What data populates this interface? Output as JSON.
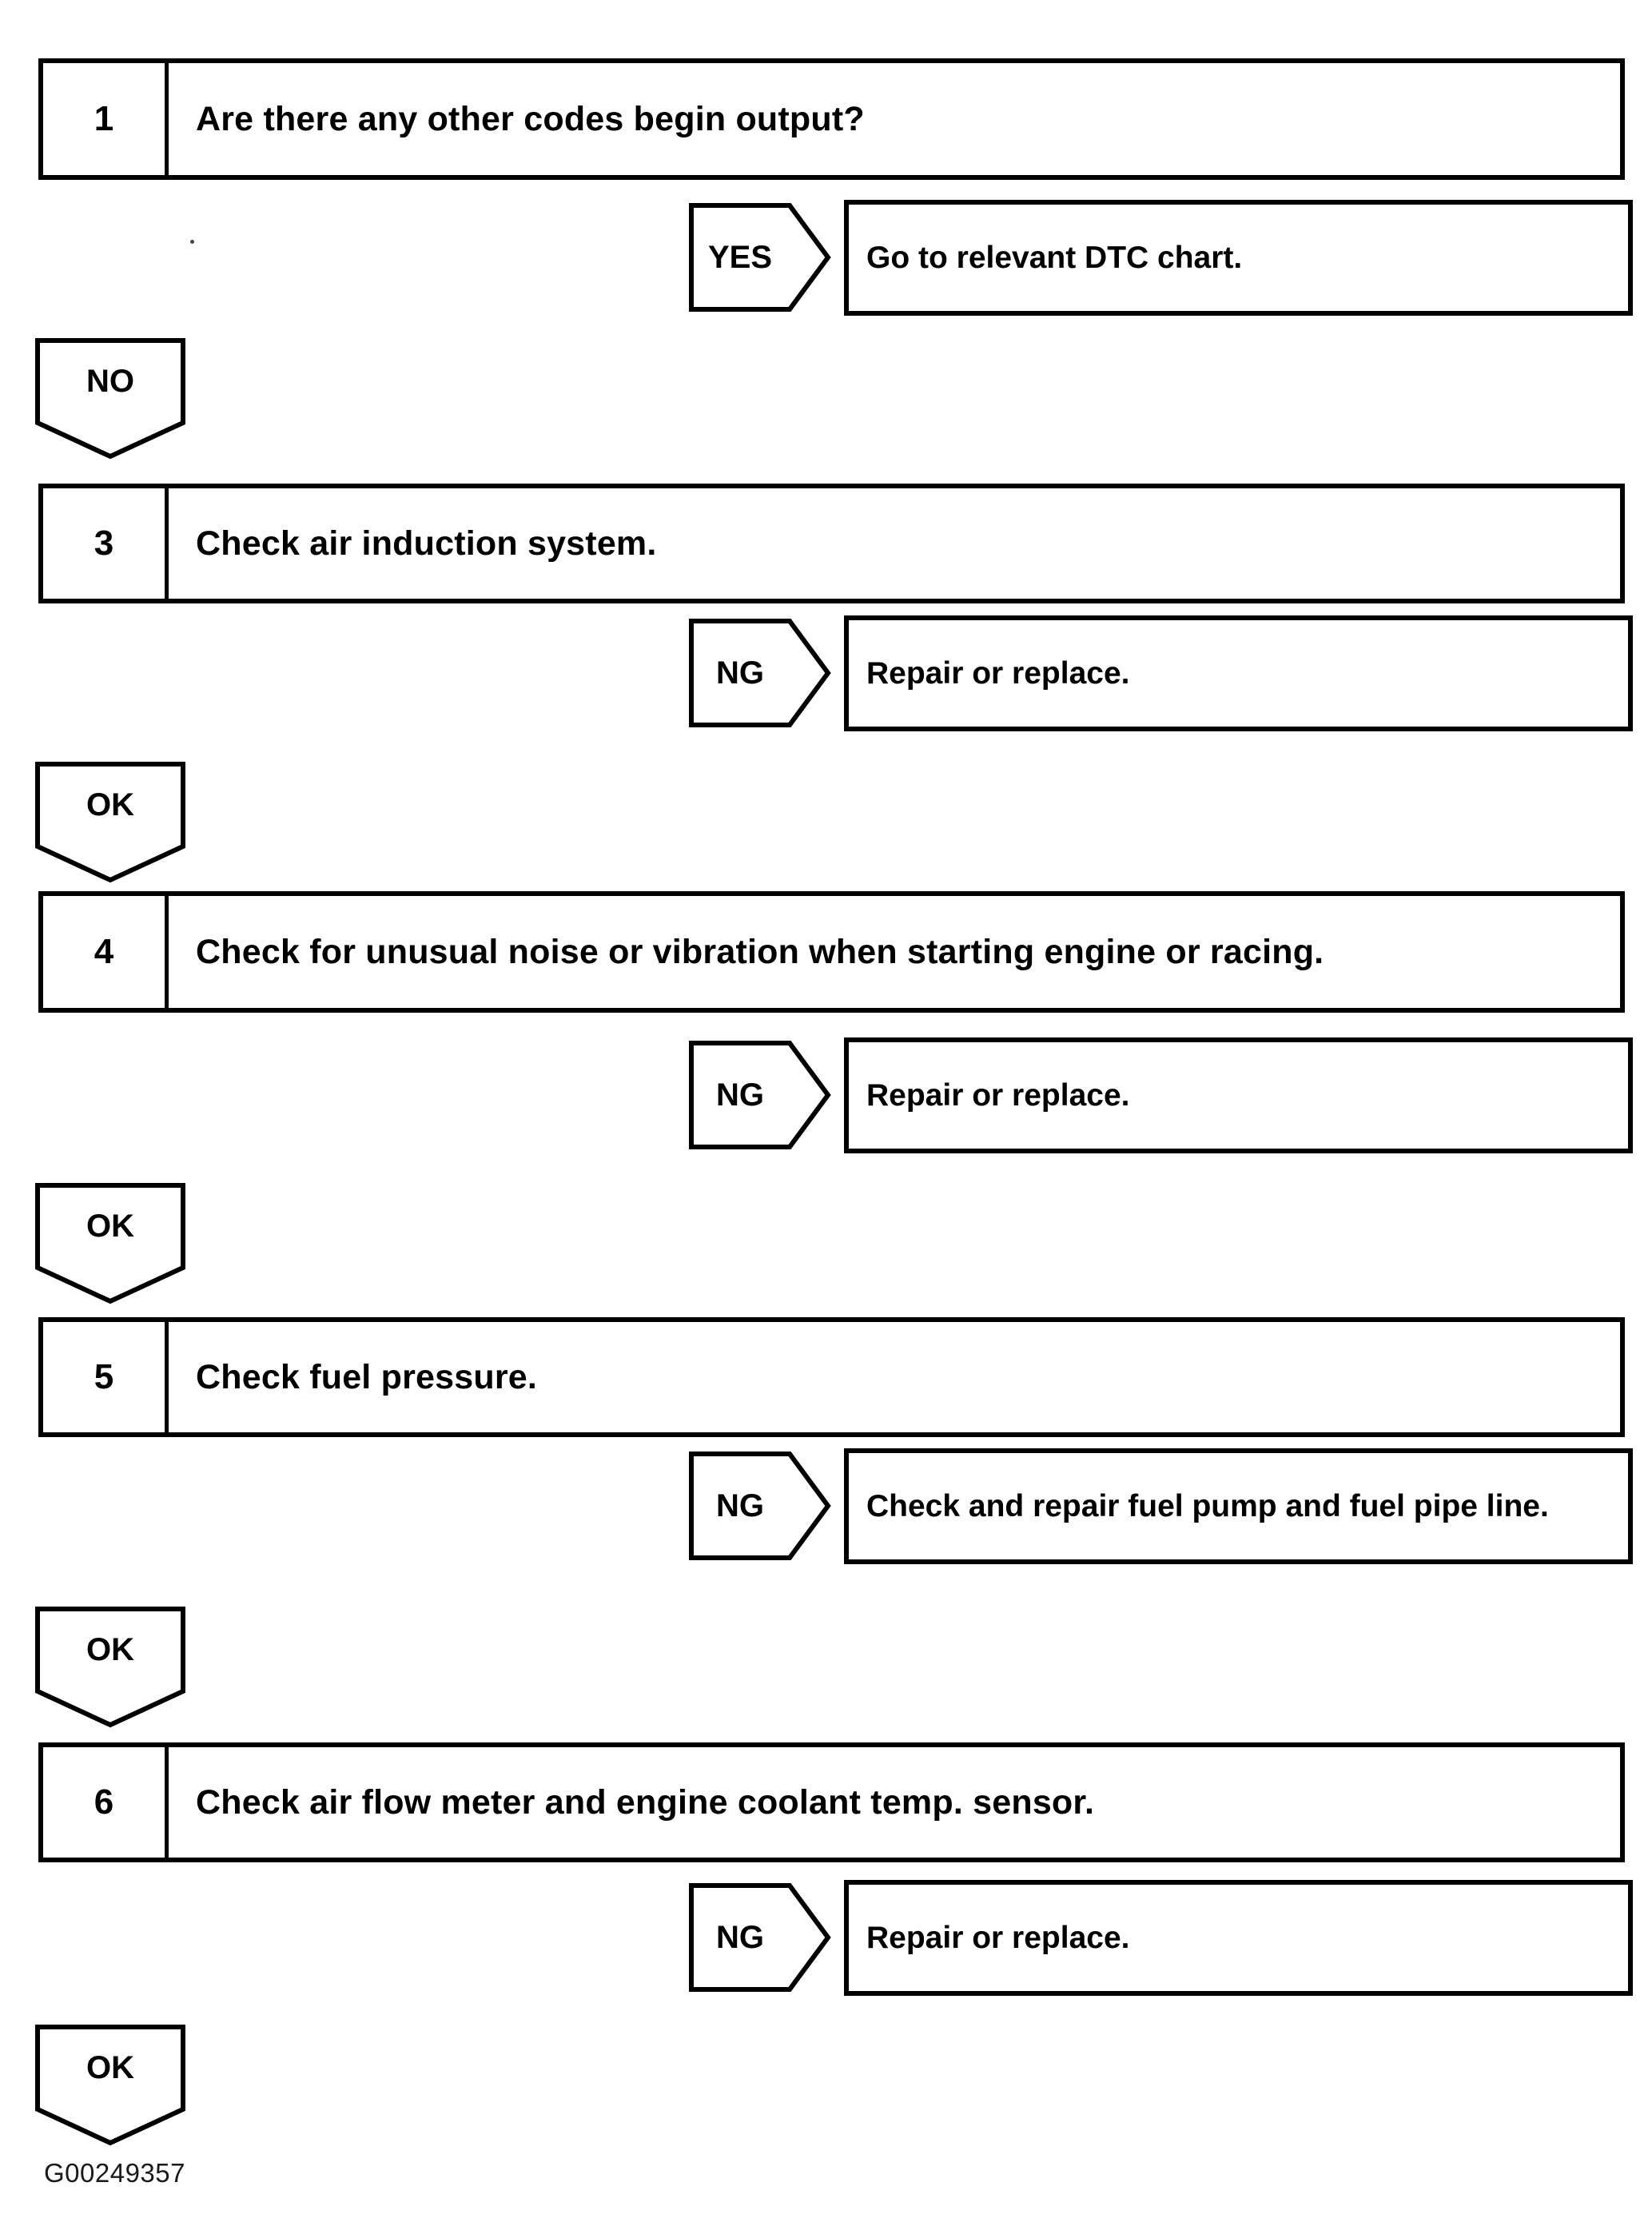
{
  "figure_id": "G00249357",
  "colors": {
    "ink": "#000000",
    "paper": "#ffffff"
  },
  "flowchart": {
    "nodes": [
      {
        "type": "step",
        "number": "1",
        "text": "Are there any other codes begin output?"
      },
      {
        "type": "branch",
        "label": "YES",
        "result": "Go to relevant DTC chart."
      },
      {
        "type": "connector",
        "label": "NO"
      },
      {
        "type": "step",
        "number": "3",
        "text": "Check air induction system."
      },
      {
        "type": "branch",
        "label": "NG",
        "result": "Repair or replace."
      },
      {
        "type": "connector",
        "label": "OK"
      },
      {
        "type": "step",
        "number": "4",
        "text": "Check for unusual noise or vibration when starting engine or racing."
      },
      {
        "type": "branch",
        "label": "NG",
        "result": "Repair or replace."
      },
      {
        "type": "connector",
        "label": "OK"
      },
      {
        "type": "step",
        "number": "5",
        "text": "Check fuel pressure."
      },
      {
        "type": "branch",
        "label": "NG",
        "result": "Check and repair fuel pump and fuel pipe line."
      },
      {
        "type": "connector",
        "label": "OK"
      },
      {
        "type": "step",
        "number": "6",
        "text": "Check air flow meter and engine coolant temp. sensor."
      },
      {
        "type": "branch",
        "label": "NG",
        "result": "Repair or replace."
      },
      {
        "type": "connector",
        "label": "OK"
      }
    ]
  }
}
